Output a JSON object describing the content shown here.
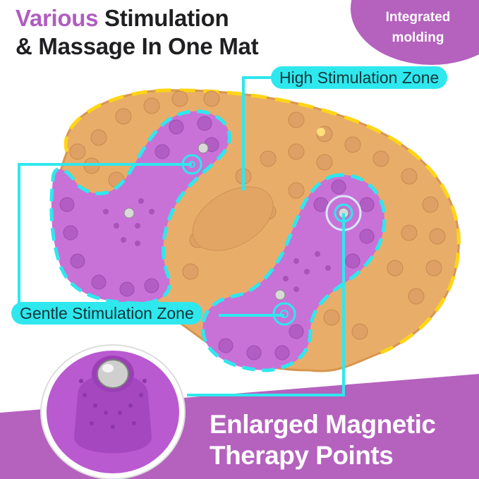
{
  "headline": {
    "accent": "Various",
    "line1_rest": " Stimulation",
    "line2": "& Massage In One Mat"
  },
  "badge": {
    "line1": "Integrated",
    "line2": "molding"
  },
  "callouts": {
    "high_zone": "High Stimulation Zone",
    "gentle_zone": "Gentle Stimulation Zone"
  },
  "feature": {
    "line1": "Enlarged Magnetic",
    "line2": "Therapy Points"
  },
  "colors": {
    "purple_brand": "#b561be",
    "cyan_callout": "#2ee8ee",
    "mat_orange": "#e9ad6a",
    "mat_purple": "#c872d8",
    "yellow_dash": "#ffd515",
    "headline_dark": "#1f1f22"
  }
}
